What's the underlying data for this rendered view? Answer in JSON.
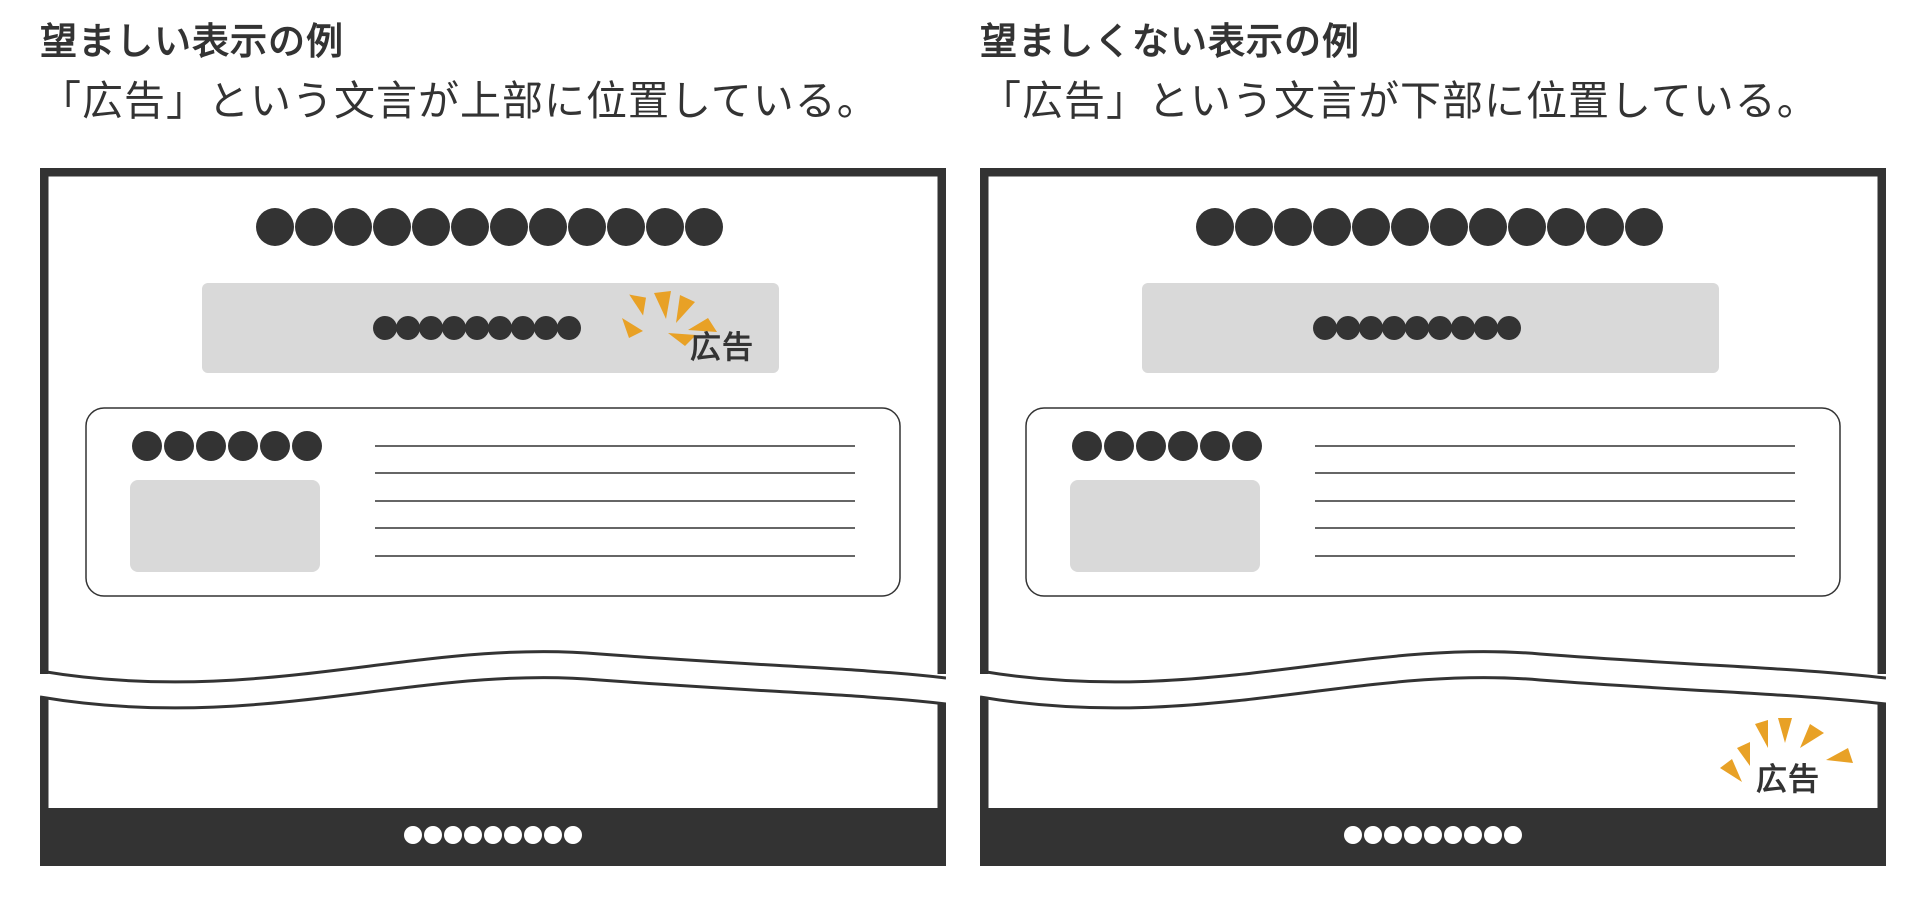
{
  "good_example": {
    "title": "望ましい表示の例",
    "subtitle": "「広告」という文言が上部に位置している。",
    "ad_label": "広告"
  },
  "bad_example": {
    "title": "望ましくない表示の例",
    "subtitle": "「広告」という文言が下部に位置している。",
    "ad_label": "広告"
  },
  "colors": {
    "dark": "#333333",
    "light_gray": "#d9d9d9",
    "accent": "#e8a126",
    "white": "#ffffff"
  }
}
